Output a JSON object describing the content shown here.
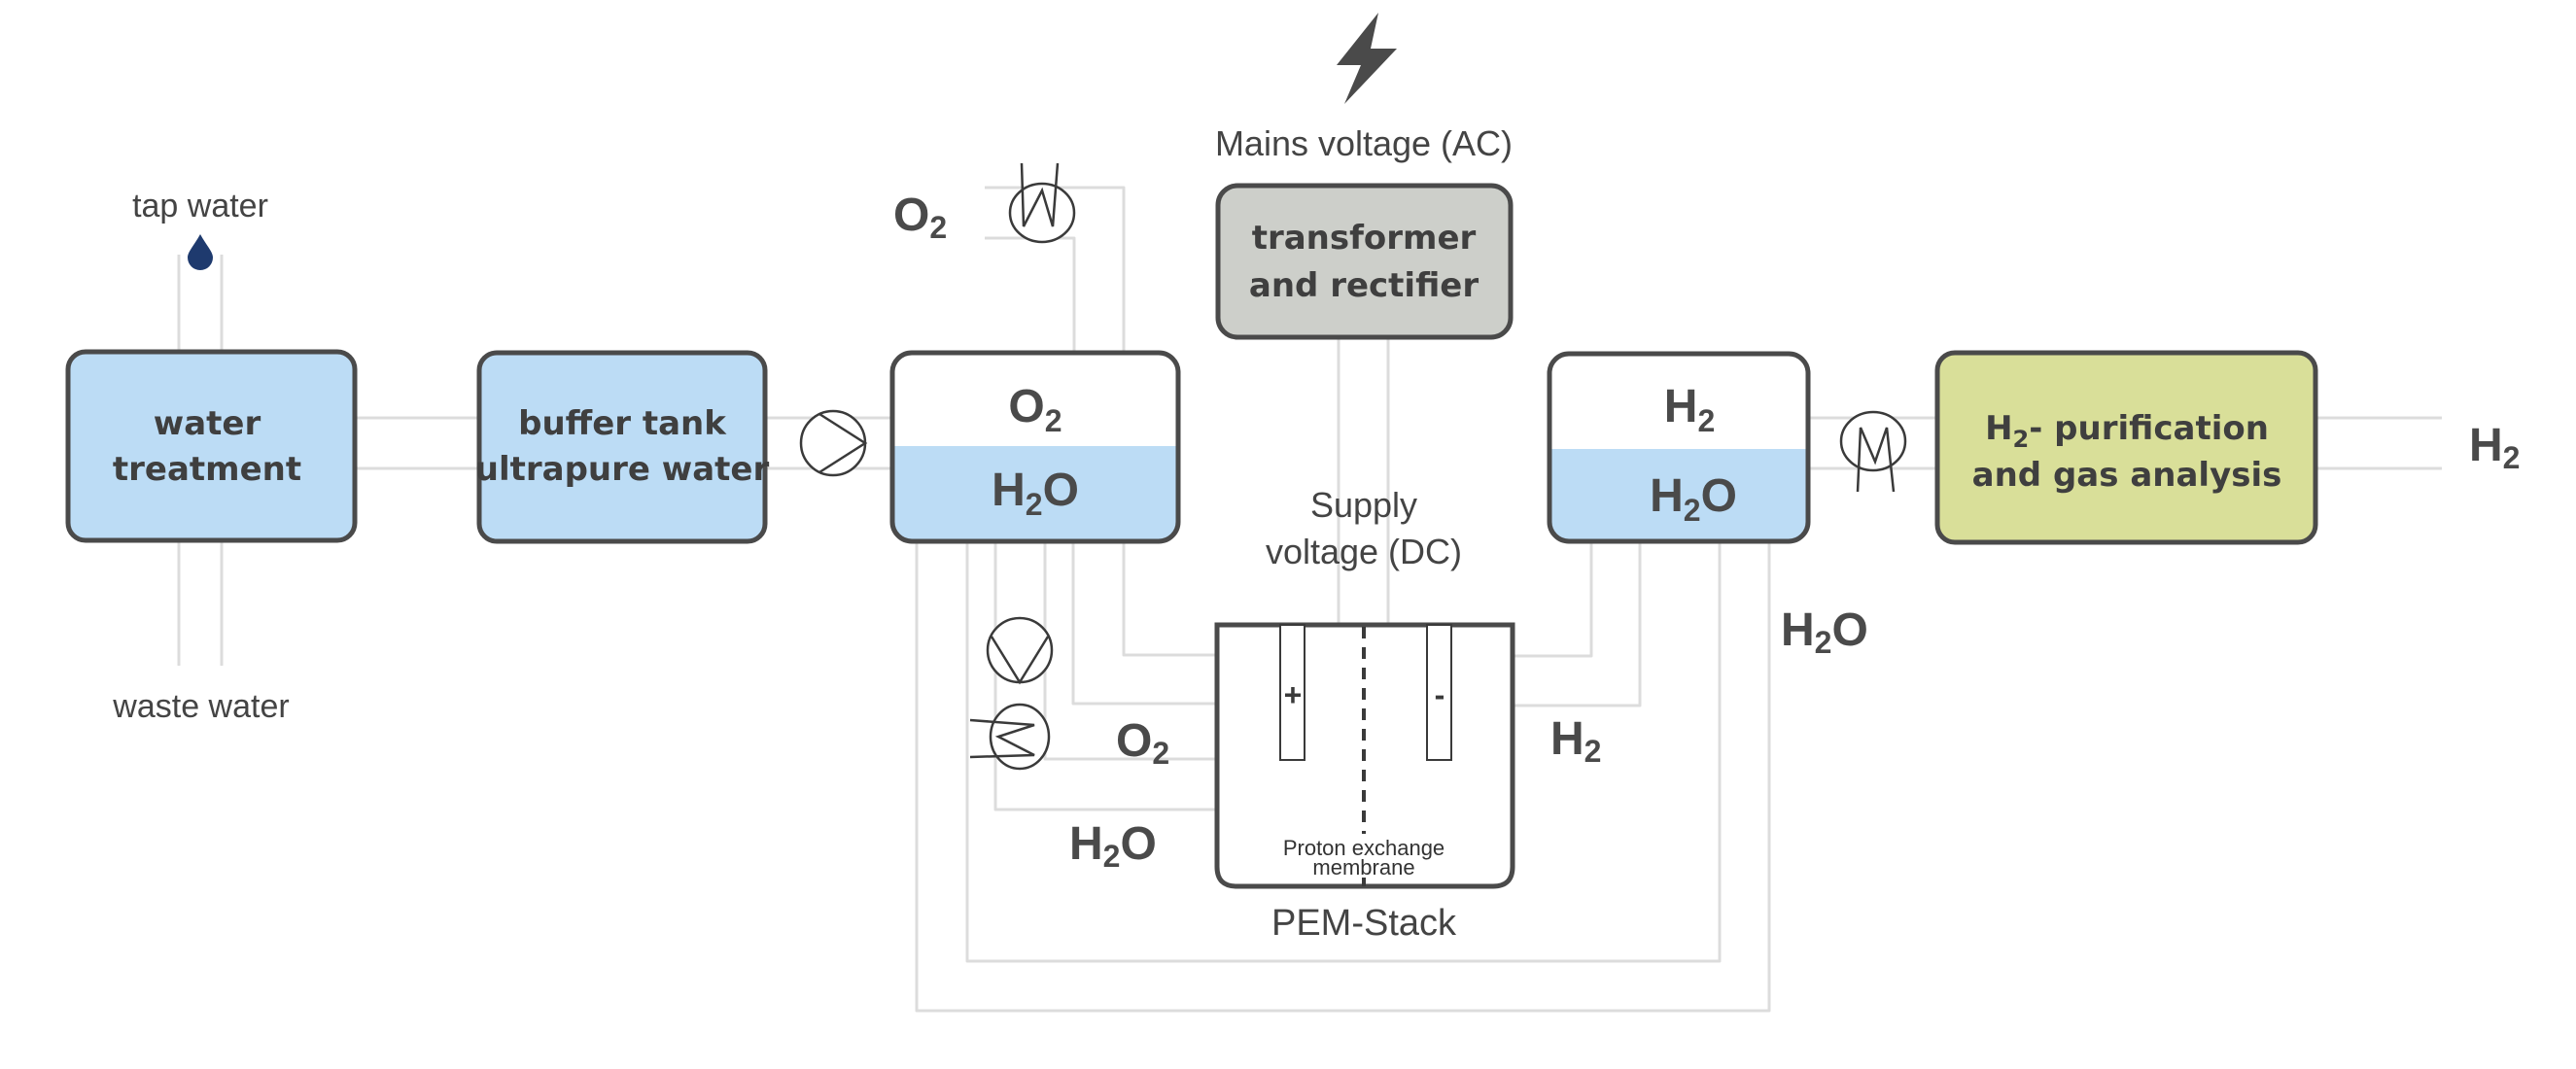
{
  "diagram": {
    "title": "PEM electrolysis process flow",
    "colors": {
      "water_fill": "#bcdcf5",
      "transformer_fill": "#cdcfca",
      "purification_fill": "#d9df99",
      "pipe": "#dcdcdc",
      "outline": "#4a4a4a",
      "text": "#444444",
      "droplet": "#1e3a6e"
    },
    "labels": {
      "tap_water": "tap water",
      "waste_water": "waste water",
      "mains_voltage": "Mains voltage (AC)",
      "supply_voltage_line1": "Supply",
      "supply_voltage_line2": "voltage (DC)",
      "pem_stack": "PEM-Stack",
      "membrane_line1": "Proton exchange",
      "membrane_line2": "membrane",
      "anode_sign": "+",
      "cathode_sign": "-"
    },
    "boxes": {
      "water_treatment": {
        "line1": "water",
        "line2": "treatment"
      },
      "buffer_tank": {
        "line1": "buffer tank",
        "line2": "ultrapure water"
      },
      "transformer": {
        "line1": "transformer",
        "line2": "and rectifier"
      },
      "purification": {
        "line1_main": "H",
        "line1_sub": "2",
        "line1_rest": "- purification",
        "line2": "and gas analysis"
      }
    },
    "tanks": {
      "oxygen_separator": {
        "gas_main": "O",
        "gas_sub": "2",
        "liquid_main": "H",
        "liquid_sub": "2",
        "liquid_rest": "O"
      },
      "hydrogen_separator": {
        "gas_main": "H",
        "gas_sub": "2",
        "liquid_main": "H",
        "liquid_sub": "2",
        "liquid_rest": "O"
      }
    },
    "stream_labels": {
      "o2_vent": {
        "main": "O",
        "sub": "2"
      },
      "o2_stack": {
        "main": "O",
        "sub": "2"
      },
      "h2o_stack": {
        "main": "H",
        "sub": "2",
        "rest": "O"
      },
      "h2_stack": {
        "main": "H",
        "sub": "2"
      },
      "h2o_return": {
        "main": "H",
        "sub": "2",
        "rest": "O"
      },
      "h2_product": {
        "main": "H",
        "sub": "2"
      }
    },
    "icons": {
      "power": "lightning-bolt-icon",
      "tap": "water-droplet-icon",
      "feed_pump": "pump-icon",
      "circulation_pump": "pump-icon",
      "o2_cooler": "heat-exchanger-icon",
      "o2_stack_cooler": "heat-exchanger-icon",
      "h2_cooler": "heat-exchanger-icon"
    }
  }
}
